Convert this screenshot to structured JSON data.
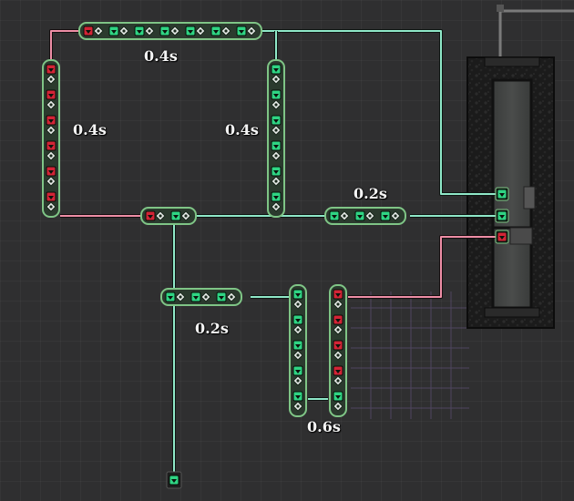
{
  "timing_labels": [
    {
      "id": "timing-label-top-row",
      "text": "0.4s"
    },
    {
      "id": "timing-label-left-column",
      "text": "0.4s"
    },
    {
      "id": "timing-label-middle-column",
      "text": "0.4s"
    },
    {
      "id": "timing-label-right-pair",
      "text": "0.2s"
    },
    {
      "id": "timing-label-lower-row",
      "text": "0.2s"
    },
    {
      "id": "timing-label-lower-columns",
      "text": "0.6s"
    }
  ],
  "colors": {
    "background": "#2f2f30",
    "green_wire": "#8fe8c8",
    "red_wire": "#ee8ea6",
    "gate_body": "#2b3a2e",
    "gate_border": "#7fc586",
    "signal_green": "#2fd483",
    "signal_red": "#d32436",
    "building_frame": "#161616",
    "building_chamber": "#3f4140"
  },
  "icons": [
    "filter-gate-icon",
    "buffer-gate-icon",
    "sensor-port-icon",
    "door-mechanism-icon",
    "automation-grid-overlay"
  ]
}
